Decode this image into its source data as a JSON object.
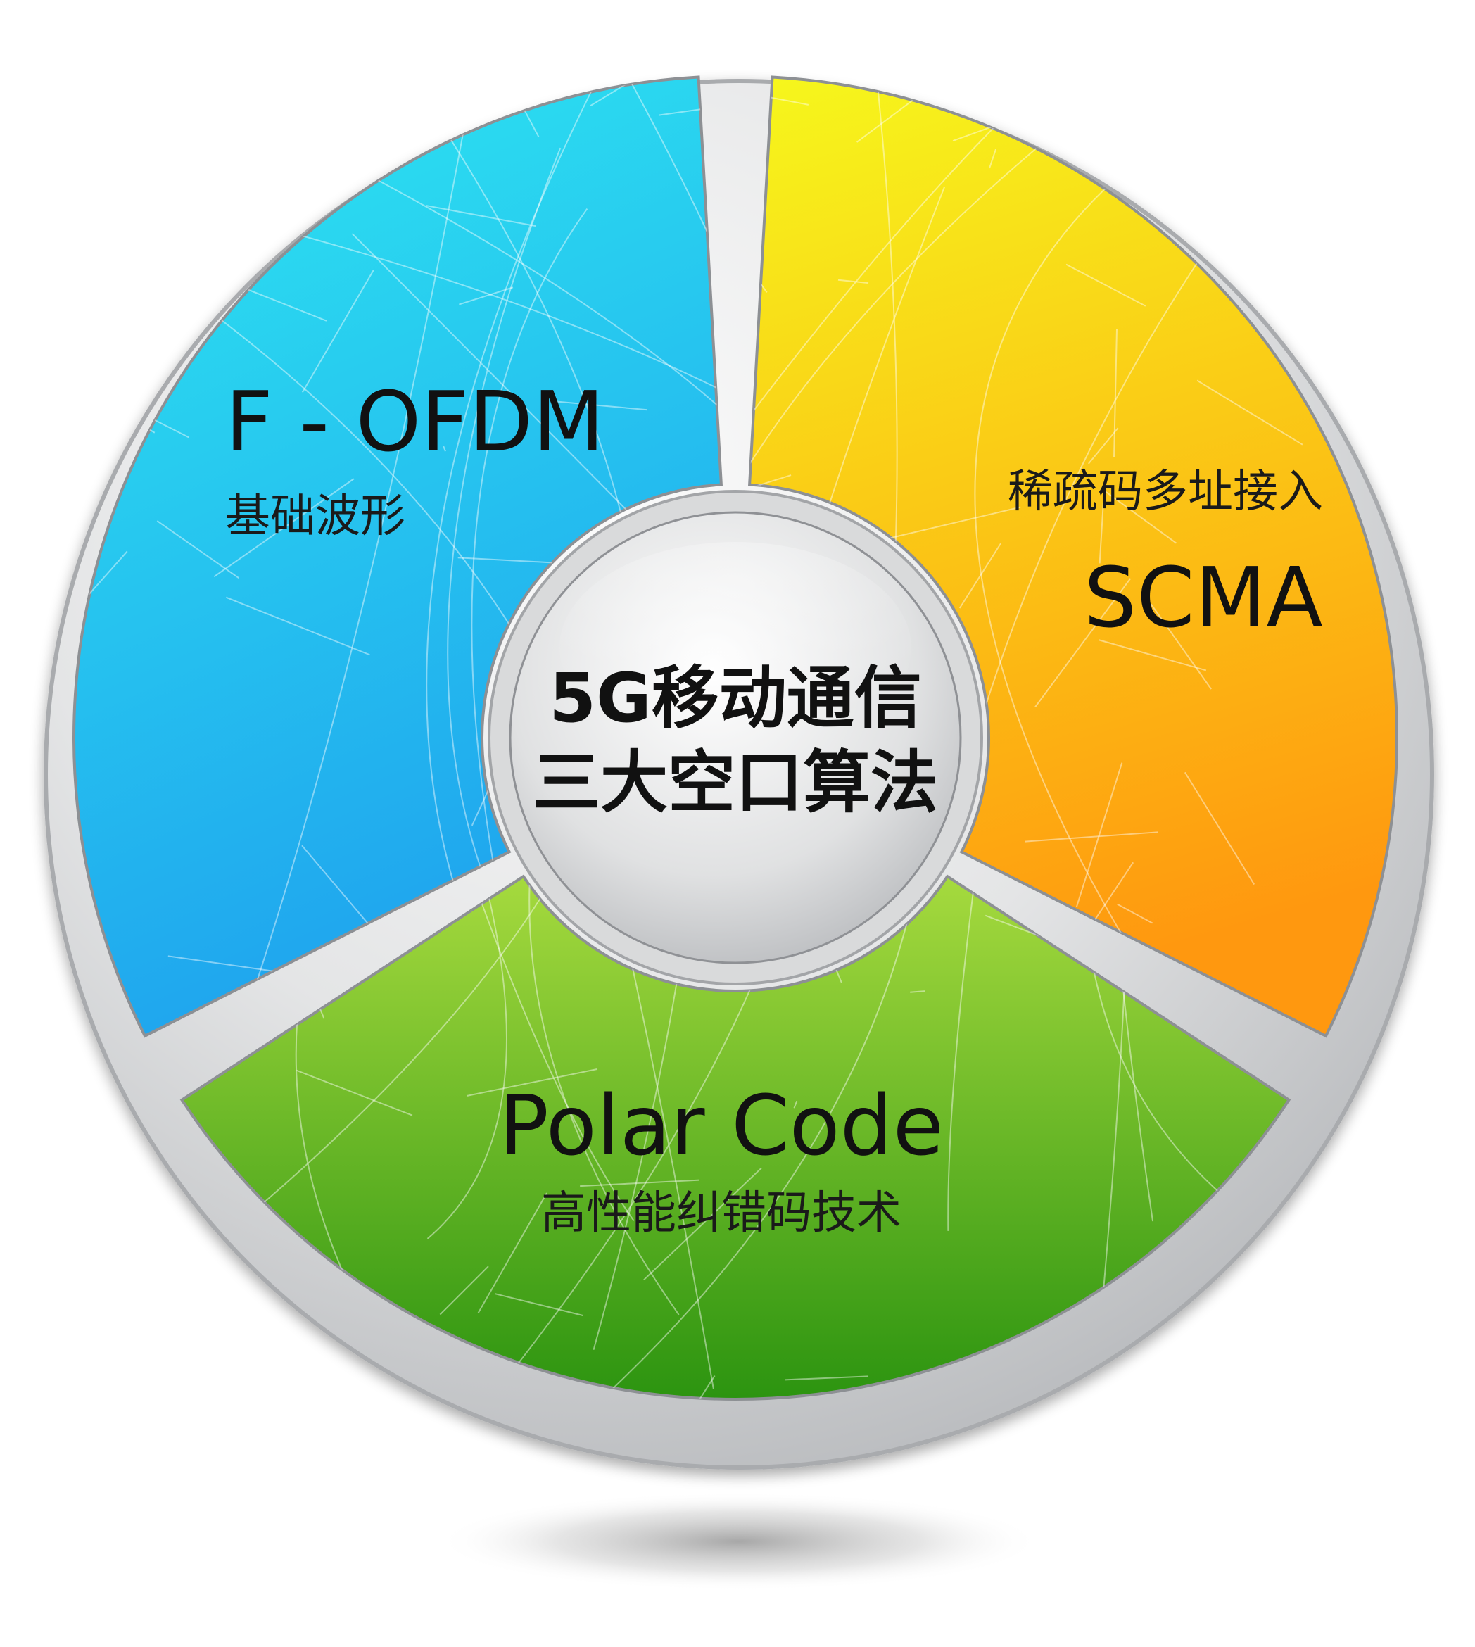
{
  "center": {
    "line1": "5G移动通信",
    "line2": "三大空口算法"
  },
  "segments": [
    {
      "id": "fofdm",
      "title": "F - OFDM",
      "subtitle": "基础波形",
      "color_top": "#1fe4ef",
      "color_bottom": "#26a9ef"
    },
    {
      "id": "scma",
      "title": "SCMA",
      "subtitle": "稀疏码多址接入",
      "color_top": "#f4f51a",
      "color_bottom": "#ff9a10"
    },
    {
      "id": "polar",
      "title": "Polar Code",
      "subtitle": "高性能纠错码技术",
      "color_top": "#9fd63a",
      "color_bottom": "#2f9a12"
    }
  ],
  "colors": {
    "rim": "#d4d6d8",
    "hub": "#e9eaeb",
    "shadow": "#9a9a9a"
  }
}
